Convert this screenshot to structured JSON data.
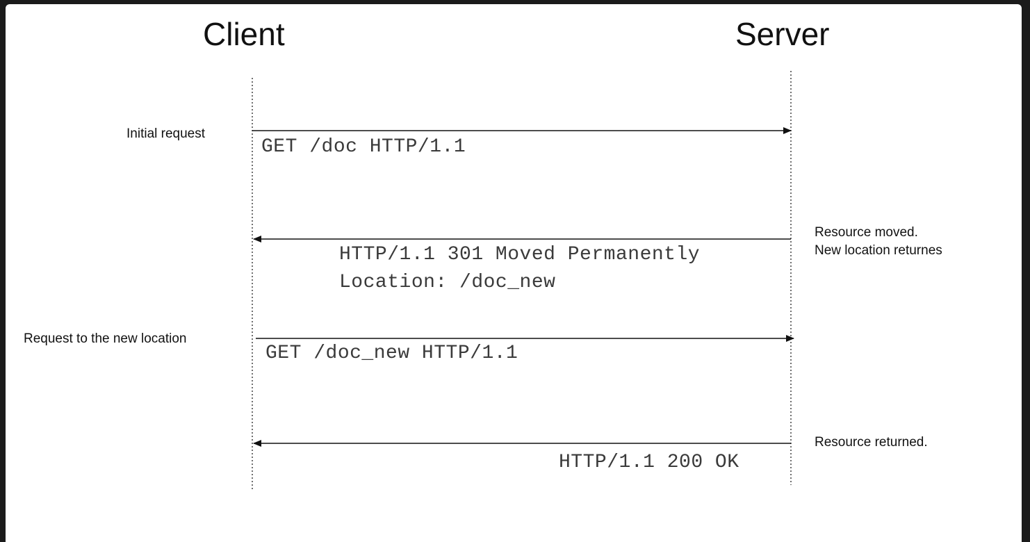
{
  "participants": {
    "client": "Client",
    "server": "Server"
  },
  "steps": [
    {
      "direction": "client-to-server",
      "side_label": [
        "Initial request"
      ],
      "message": [
        "GET /doc HTTP/1.1"
      ]
    },
    {
      "direction": "server-to-client",
      "side_label": [
        "Resource moved.",
        "New location returnes"
      ],
      "message": [
        "HTTP/1.1 301 Moved Permanently",
        "Location: /doc_new"
      ]
    },
    {
      "direction": "client-to-server",
      "side_label": [
        "Request to the new location"
      ],
      "message": [
        "GET /doc_new HTTP/1.1"
      ]
    },
    {
      "direction": "server-to-client",
      "side_label": [
        "Resource  returned."
      ],
      "message": [
        "HTTP/1.1 200 OK"
      ]
    }
  ],
  "colors": {
    "background": "#1b1b1b",
    "canvas": "#ffffff",
    "line": "#111111",
    "message_text": "#3a3a3a"
  }
}
